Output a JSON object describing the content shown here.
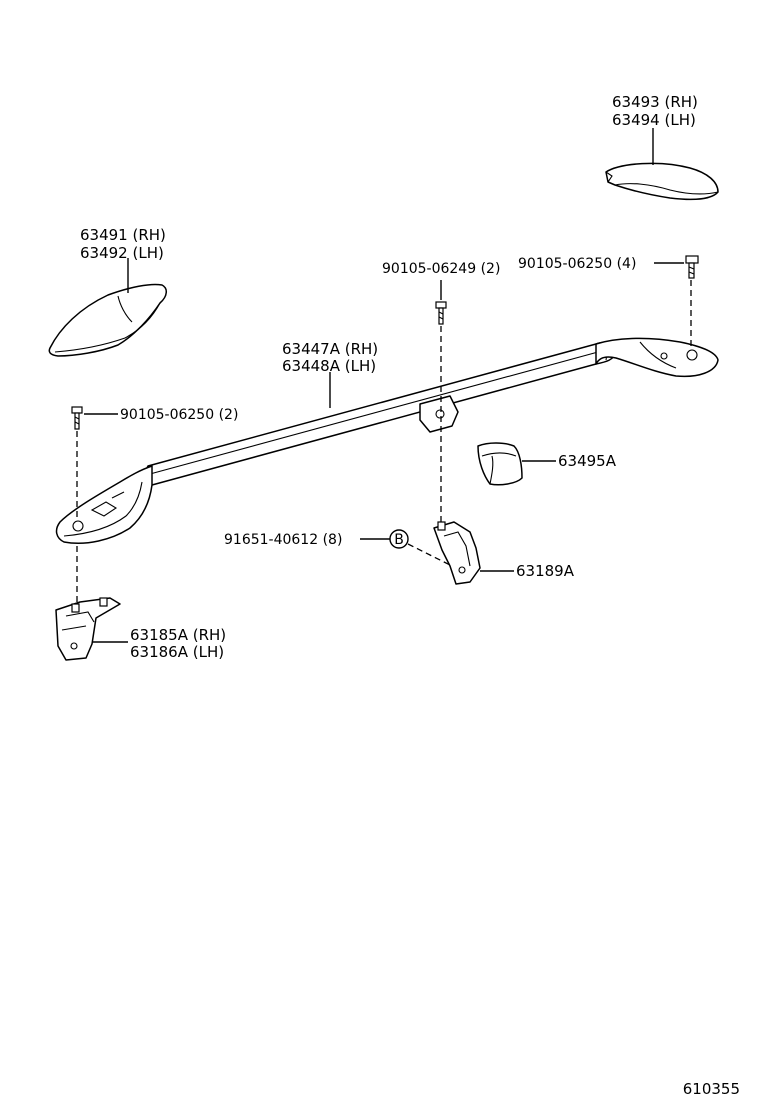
{
  "diagram_id": "610355",
  "callouts": {
    "end_cover_rear_rh": "63493 (RH)",
    "end_cover_rear_lh": "63494 (LH)",
    "end_cover_front_rh": "63491 (RH)",
    "end_cover_front_lh": "63492 (LH)",
    "screw_center": "90105-06249 (2)",
    "screw_rear": "90105-06250 (4)",
    "rail_rh": "63447A (RH)",
    "rail_lh": "63448A (LH)",
    "screw_front": "90105-06250 (2)",
    "center_cover": "63495A",
    "nut": "91651-40612 (8)",
    "nut_ref_letter": "B",
    "center_bracket": "63189A",
    "front_bracket_rh": "63185A (RH)",
    "front_bracket_lh": "63186A (LH)"
  }
}
